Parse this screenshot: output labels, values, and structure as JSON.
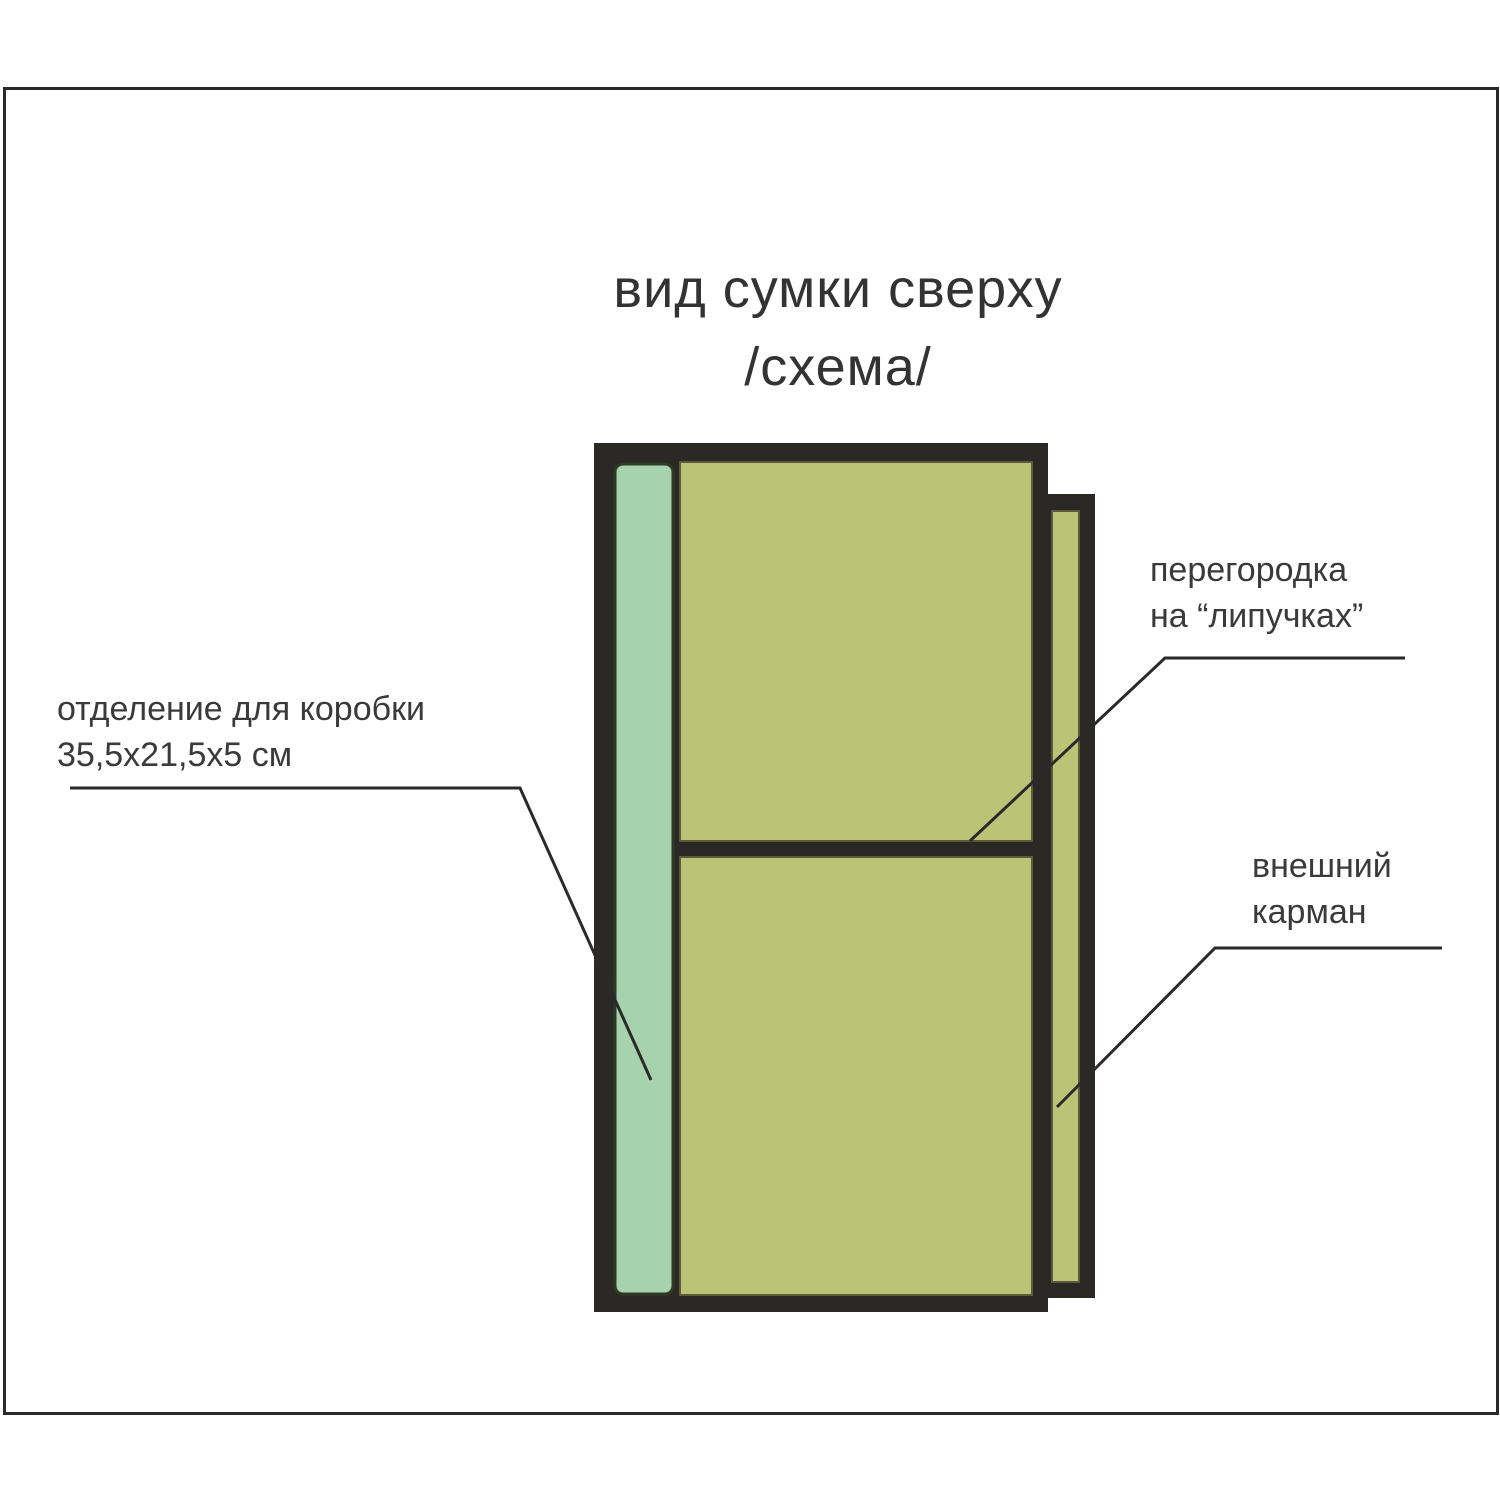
{
  "title": {
    "line1": "вид сумки сверху",
    "line2": "/схема/"
  },
  "labels": {
    "box_compartment": {
      "line1": "отделение для коробки",
      "line2": "35,5x21,5x5 см"
    },
    "divider": {
      "line1": "перегородка",
      "line2": "на “липучках”"
    },
    "outer_pocket": {
      "line1": "внешний",
      "line2": "карман"
    }
  },
  "colors": {
    "outline": "#2b2926",
    "main_fill": "#bbc476",
    "box_fill": "#a6d3ad",
    "leader": "#2a2a2a"
  }
}
